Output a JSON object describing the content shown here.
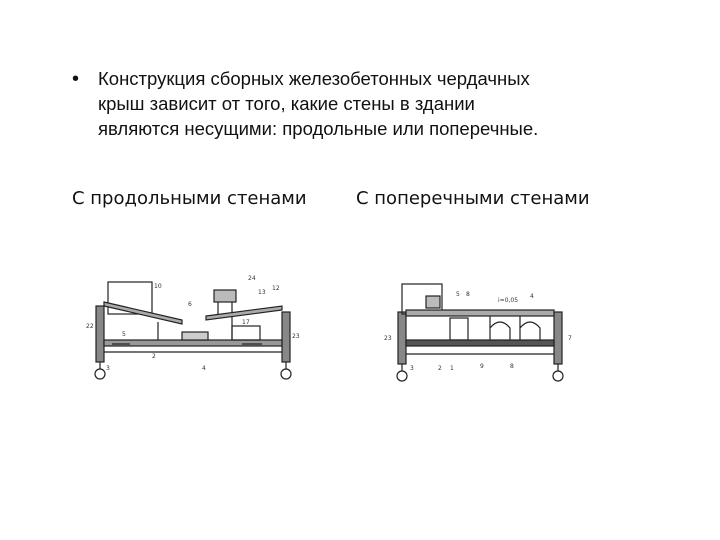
{
  "bullet": {
    "symbol": "•",
    "lines": [
      "Конструкция сборных железобетонных чердачных",
      "крыш зависит от того, какие стены в здании",
      "являются несущими: продольные или поперечные."
    ]
  },
  "captions": {
    "left": "С продольными стенами",
    "right": "С поперечными стенами"
  },
  "figures": {
    "left": {
      "labels": [
        "10",
        "24",
        "13",
        "12",
        "6",
        "22",
        "17",
        "23",
        "5",
        "2",
        "3",
        "4"
      ]
    },
    "right": {
      "labels": [
        "5",
        "8",
        "4",
        "i=0,05",
        "23",
        "7",
        "3",
        "2",
        "1",
        "9",
        "8"
      ]
    }
  }
}
